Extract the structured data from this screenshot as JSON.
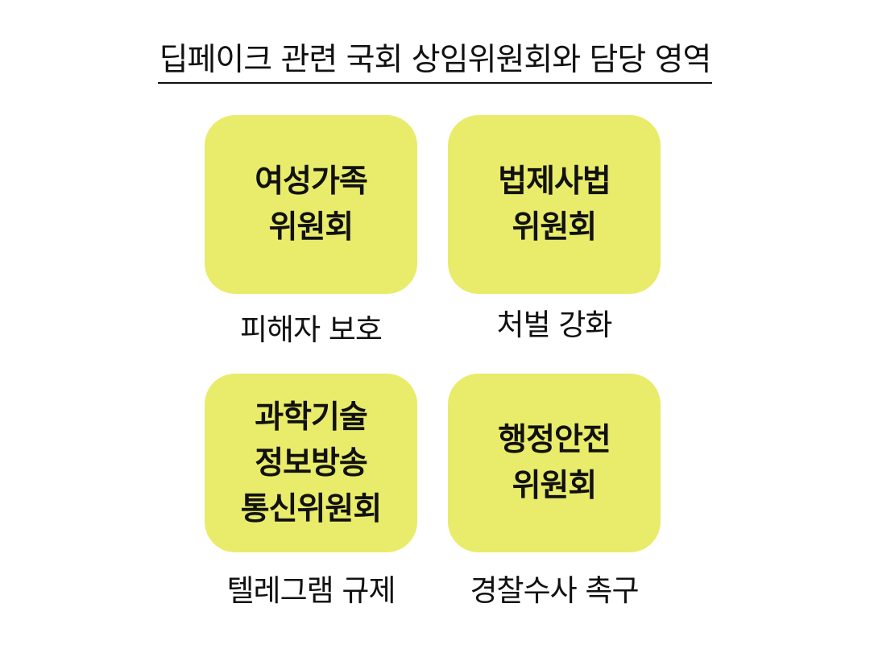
{
  "title": "딥페이크 관련 국회 상임위원회와 담당 영역",
  "colors": {
    "card_fill": "#e8ec6a",
    "text": "#111111",
    "background": "#ffffff"
  },
  "committees": [
    {
      "lines": [
        "여성가족",
        "위원회"
      ],
      "role": "피해자 보호"
    },
    {
      "lines": [
        "법제사법",
        "위원회"
      ],
      "role": "처벌 강화"
    },
    {
      "lines": [
        "과학기술",
        "정보방송",
        "통신위원회"
      ],
      "role": "텔레그램 규제"
    },
    {
      "lines": [
        "행정안전",
        "위원회"
      ],
      "role": "경찰수사 촉구"
    }
  ]
}
